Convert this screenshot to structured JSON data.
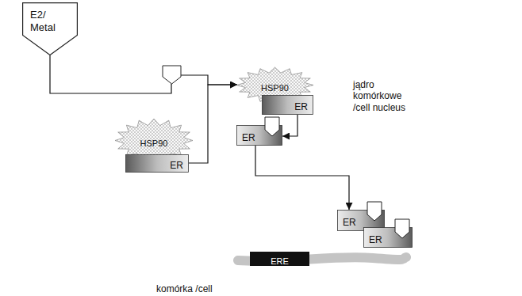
{
  "diagram": {
    "nodes": [
      {
        "text": [
          "E2/ Metal"
        ]
      },
      {
        "text": [
          "komórka /cell"
        ]
      },
      {
        "text": [
          "HSP90"
        ],
        "in": 1
      },
      {
        "text": [
          "ER"
        ],
        "in": 1
      },
      {
        "text": [
          "jądro komórkowe /cell nucleus"
        ],
        "in": 1
      },
      {
        "text": [
          "HSP90"
        ],
        "in": 4
      },
      {
        "text": [
          "ER"
        ],
        "in": 4
      },
      {
        "text": [
          "ER"
        ],
        "in": 4
      },
      {
        "text": [
          "ER"
        ],
        "in": 4
      },
      {
        "text": [
          "ER"
        ],
        "in": 4
      },
      {
        "text": [
          "ERE"
        ],
        "in": 4
      }
    ],
    "edges": [
      {
        "from": 0,
        "to": 5,
        "arrow": "to"
      },
      {
        "from": 3,
        "to": 5,
        "arrow": "to"
      },
      {
        "from": 6,
        "to": 7,
        "arrow": "to"
      },
      {
        "from": 7,
        "to": 8,
        "arrow": "to"
      }
    ]
  }
}
